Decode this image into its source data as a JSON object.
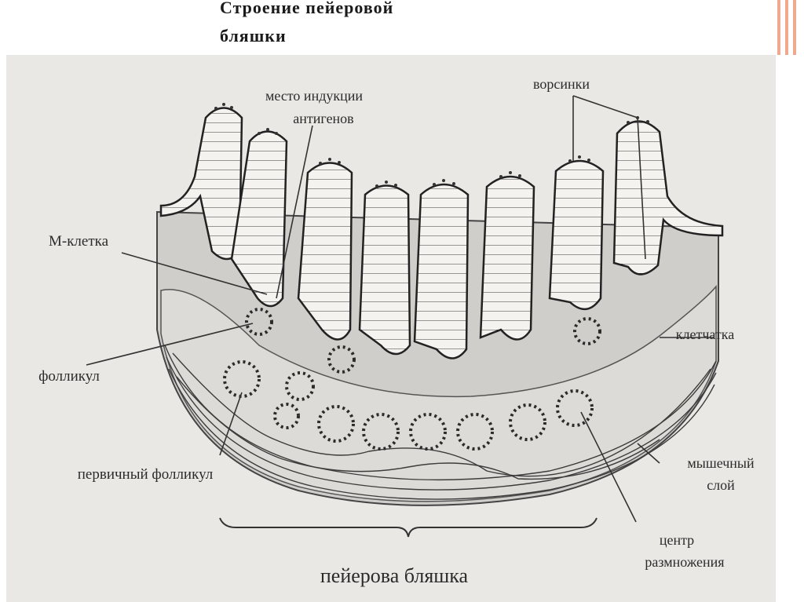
{
  "slide": {
    "title_line1": "Строение пейеровой",
    "title_line2": "бляшки"
  },
  "diagram": {
    "labels": {
      "induction_site_1": "место индукции",
      "induction_site_2": "антигенов",
      "villi": "ворсинки",
      "m_cell": "М-клетка",
      "follicle": "фолликул",
      "fiber": "клетчатка",
      "primary_follicle": "первичный фолликул",
      "muscle_1": "мышечный",
      "muscle_2": "слой",
      "germinal_center_1": "центр",
      "germinal_center_2": "размножения",
      "peyer_patch": "пейерова бляшка"
    }
  },
  "colors": {
    "slide_background": "#ffffff",
    "figure_background": "#e9e8e5",
    "tissue": "#c9c8c4",
    "submucosa": "#d9d8d4",
    "villus_fill": "#f4f3f0",
    "ink": "#2b2b2b",
    "accent_bars": "#f0a98f"
  }
}
